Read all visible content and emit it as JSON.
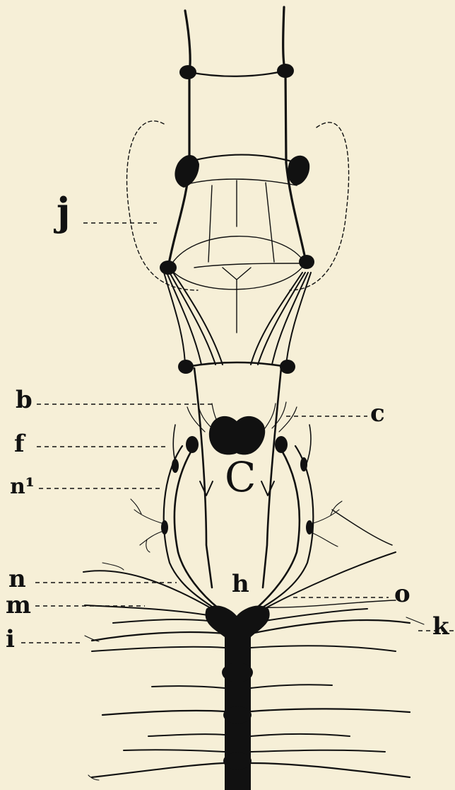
{
  "figure": {
    "labels": {
      "j": "j",
      "b": "b",
      "c": "c",
      "f": "f",
      "C": "C",
      "n1": "n¹",
      "n": "n",
      "h": "h",
      "o": "o",
      "m": "m",
      "k": "k",
      "i": "i"
    }
  }
}
